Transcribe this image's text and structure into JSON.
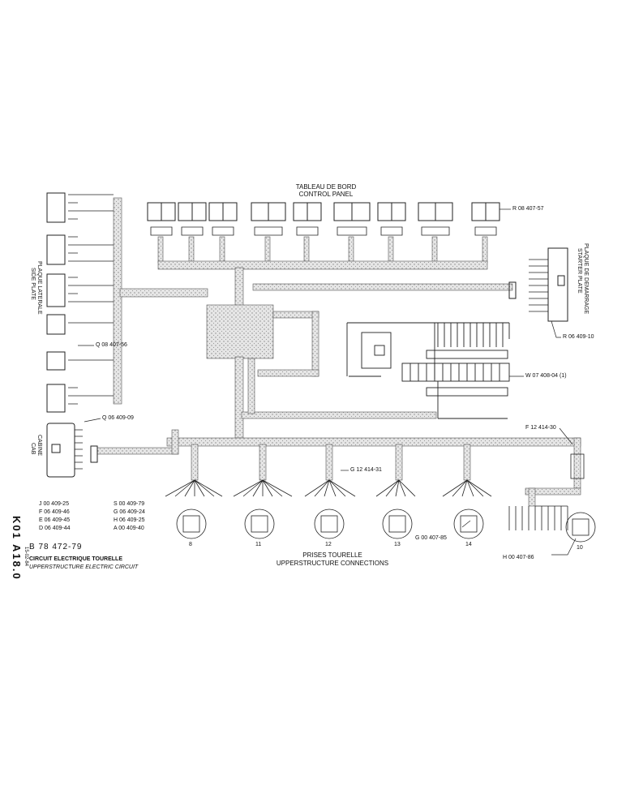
{
  "panels": {
    "control_fr": "TABLEAU DE BORD",
    "control_en": "CONTROL PANEL",
    "side_fr": "PLAQUE LATERALE",
    "side_en": "SIDE PLATE",
    "starter_fr": "PLAQUE DE DEMARRAGE",
    "starter_en": "STARTER PLATE",
    "cab_fr": "CABINE",
    "cab_en": "CAB",
    "sockets_fr": "PRISES TOURELLE",
    "sockets_en": "UPPERSTRUCTURE CONNECTIONS"
  },
  "callouts": {
    "r08": "R 08 407-57",
    "r06": "R 06 409-10",
    "q08": "Q 08 407-56",
    "q06": "Q 06 409-09",
    "w07": "W 07 408-04 (1)",
    "f12": "F 12 414-30",
    "g12": "G 12 414-31",
    "g00": "G 00 407-85",
    "h00": "H 00 407-86"
  },
  "socket_numbers": [
    "8",
    "11",
    "12",
    "13",
    "14",
    "10"
  ],
  "legend": [
    {
      "sym": "J",
      "ref": "J 00 409-25"
    },
    {
      "sym": "F",
      "ref": "F 06 409-46"
    },
    {
      "sym": "E",
      "ref": "E 06 409-45"
    },
    {
      "sym": "D",
      "ref": "D 06 409-44"
    },
    {
      "sym": "S",
      "ref": "S 00 409-79"
    },
    {
      "sym": "G",
      "ref": "G 06 409-24"
    },
    {
      "sym": "H",
      "ref": "H 06 409-25"
    },
    {
      "sym": "A",
      "ref": "A 00 409-40"
    }
  ],
  "title_block": {
    "drawing_no": "B 78 472-79",
    "title_fr": "CIRCUIT ELECTRIQUE TOURELLE",
    "title_en": "UPPERSTRUCTURE ELECTRIC CIRCUIT",
    "sheet": "K01 A18.0",
    "date": "15-02-84"
  }
}
